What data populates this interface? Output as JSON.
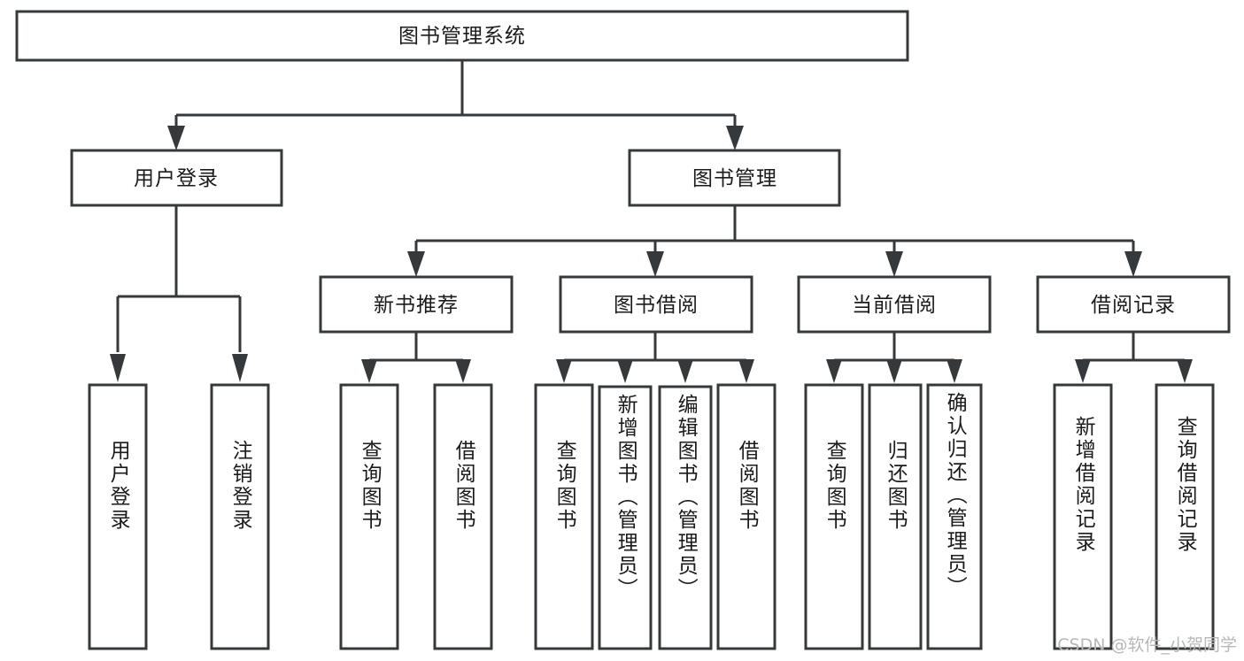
{
  "diagram": {
    "type": "tree",
    "title": "图书管理系统",
    "watermark": "CSDN @软件_小贺同学",
    "colors": {
      "stroke": "#36393b",
      "fill": "#ffffff",
      "text": "#1b1b1b",
      "watermark": "#b8b8b8",
      "background": "#ffffff"
    },
    "levels": {
      "root": {
        "label": "图书管理系统"
      },
      "level2": [
        {
          "label": "用户登录"
        },
        {
          "label": "图书管理"
        }
      ],
      "level3": [
        {
          "label": "新书推荐"
        },
        {
          "label": "图书借阅"
        },
        {
          "label": "当前借阅"
        },
        {
          "label": "借阅记录"
        }
      ],
      "leaves": {
        "user_login": [
          {
            "label": "用户登录"
          },
          {
            "label": "注销登录"
          }
        ],
        "new_book_recommend": [
          {
            "label": "查询图书"
          },
          {
            "label": "借阅图书"
          }
        ],
        "book_borrow": [
          {
            "label": "查询图书"
          },
          {
            "label": "新增图书（管理员）"
          },
          {
            "label": "编辑图书（管理员）"
          },
          {
            "label": "借阅图书"
          }
        ],
        "current_borrow": [
          {
            "label": "查询图书"
          },
          {
            "label": "归还图书"
          },
          {
            "label": "确认归还（管理员）"
          }
        ],
        "borrow_record": [
          {
            "label": "新增借阅记录"
          },
          {
            "label": "查询借阅记录"
          }
        ]
      }
    }
  }
}
